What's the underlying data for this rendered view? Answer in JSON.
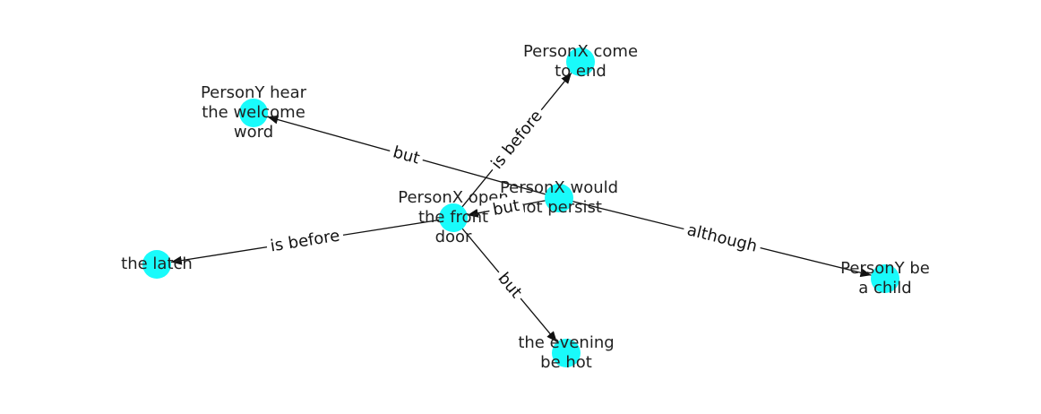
{
  "graph": {
    "node_color": "#19fbfb",
    "edge_color": "#111111",
    "nodes": [
      {
        "id": "door",
        "lines": [
          "PersonX open",
          "the front",
          "door"
        ]
      },
      {
        "id": "persist",
        "lines": [
          "PersonX would",
          "not persist"
        ]
      },
      {
        "id": "come",
        "lines": [
          "PersonX come",
          "to end"
        ]
      },
      {
        "id": "hear",
        "lines": [
          "PersonY hear",
          "the welcome",
          "word"
        ]
      },
      {
        "id": "latch",
        "lines": [
          "the latch"
        ]
      },
      {
        "id": "evening",
        "lines": [
          "the evening",
          "be hot"
        ]
      },
      {
        "id": "child",
        "lines": [
          "PersonY be",
          "a child"
        ]
      }
    ],
    "edges": [
      {
        "from": "door",
        "to": "come",
        "label": "is before"
      },
      {
        "from": "door",
        "to": "latch",
        "label": "is before"
      },
      {
        "from": "door",
        "to": "evening",
        "label": "but"
      },
      {
        "from": "persist",
        "to": "hear",
        "label": "but"
      },
      {
        "from": "persist",
        "to": "door",
        "label": "but"
      },
      {
        "from": "persist",
        "to": "child",
        "label": "although"
      }
    ]
  }
}
